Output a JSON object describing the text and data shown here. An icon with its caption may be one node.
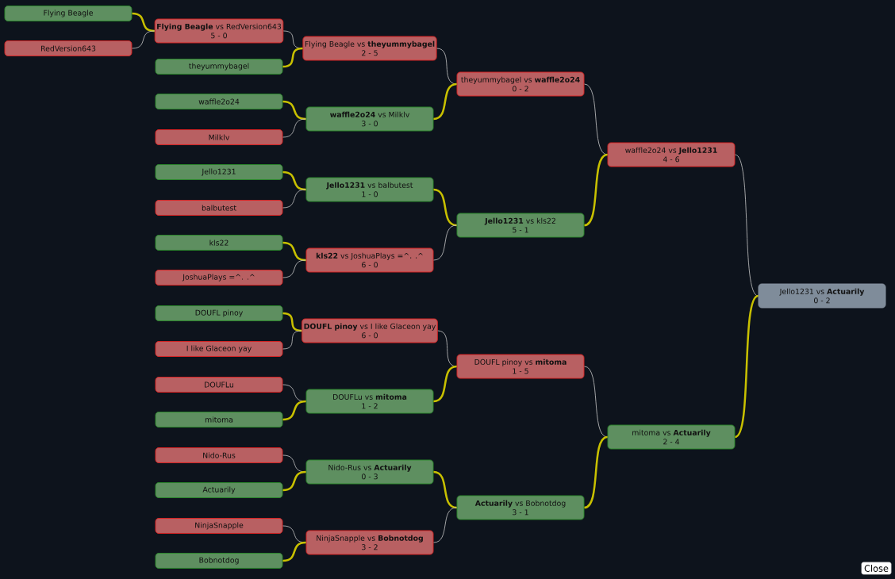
{
  "diagram": {
    "nodes": [
      {
        "text": [
          "Flying Beagle"
        ]
      },
      {
        "text": [
          "RedVersion643"
        ]
      },
      {
        "text": [
          "**Flying Beagle** vs RedVersion643",
          "5 - 0"
        ]
      },
      {
        "text": [
          "theyummybagel"
        ]
      },
      {
        "text": [
          "waffle2o24"
        ]
      },
      {
        "text": [
          "Milklv"
        ]
      },
      {
        "text": [
          "Jello1231"
        ]
      },
      {
        "text": [
          "balbutest"
        ]
      },
      {
        "text": [
          "kls22"
        ]
      },
      {
        "text": [
          "JoshuaPlays =^. .^"
        ]
      },
      {
        "text": [
          "DOUFL pinoy"
        ]
      },
      {
        "text": [
          "I like Glaceon yay"
        ]
      },
      {
        "text": [
          "DOUFLu"
        ]
      },
      {
        "text": [
          "mitoma"
        ]
      },
      {
        "text": [
          "Nido-Rus"
        ]
      },
      {
        "text": [
          "Actuarily"
        ]
      },
      {
        "text": [
          "NinjaSnapple"
        ]
      },
      {
        "text": [
          "Bobnotdog"
        ]
      },
      {
        "text": [
          "Flying Beagle vs **theyummybagel**",
          "2 - 5"
        ]
      },
      {
        "text": [
          "**waffle2o24** vs Milklv",
          "3 - 0"
        ]
      },
      {
        "text": [
          "**Jello1231** vs balbutest",
          "1 - 0"
        ]
      },
      {
        "text": [
          "**kls22** vs JoshuaPlays =^. .^",
          "6 - 0"
        ]
      },
      {
        "text": [
          "**DOUFL pinoy** vs I like Glaceon yay",
          "6 - 0"
        ]
      },
      {
        "text": [
          "DOUFLu vs **mitoma**",
          "1 - 2"
        ]
      },
      {
        "text": [
          "Nido-Rus vs **Actuarily**",
          "0 - 3"
        ]
      },
      {
        "text": [
          "NinjaSnapple vs **Bobnotdog**",
          "3 - 2"
        ]
      },
      {
        "text": [
          "theyummybagel vs **waffle2o24**",
          "0 - 2"
        ]
      },
      {
        "text": [
          "**Jello1231** vs kls22",
          "5 - 1"
        ]
      },
      {
        "text": [
          "DOUFL pinoy vs **mitoma**",
          "1 - 5"
        ]
      },
      {
        "text": [
          "**Actuarily** vs Bobnotdog",
          "3 - 1"
        ]
      },
      {
        "text": [
          "waffle2o24 vs **Jello1231**",
          "4 - 6"
        ]
      },
      {
        "text": [
          "mitoma vs **Actuarily**",
          "2 - 4"
        ]
      },
      {
        "text": [
          "Jello1231 vs **Actuarily**",
          "0 - 2"
        ]
      }
    ],
    "edges": [
      {
        "from": 0,
        "to": 2,
        "arrow": "none",
        "style": "thick",
        "color": "#c8c000"
      },
      {
        "from": 1,
        "to": 2,
        "arrow": "none",
        "color": "#c8c8c8"
      },
      {
        "from": 2,
        "to": 18,
        "arrow": "none",
        "color": "#c8c8c8"
      },
      {
        "from": 3,
        "to": 18,
        "arrow": "none",
        "style": "thick",
        "color": "#c8c000"
      },
      {
        "from": 4,
        "to": 19,
        "arrow": "none",
        "style": "thick",
        "color": "#c8c000"
      },
      {
        "from": 5,
        "to": 19,
        "arrow": "none",
        "color": "#c8c8c8"
      },
      {
        "from": 6,
        "to": 20,
        "arrow": "none",
        "style": "thick",
        "color": "#c8c000"
      },
      {
        "from": 7,
        "to": 20,
        "arrow": "none",
        "color": "#c8c8c8"
      },
      {
        "from": 8,
        "to": 21,
        "arrow": "none",
        "style": "thick",
        "color": "#c8c000"
      },
      {
        "from": 9,
        "to": 21,
        "arrow": "none",
        "color": "#c8c8c8"
      },
      {
        "from": 10,
        "to": 22,
        "arrow": "none",
        "style": "thick",
        "color": "#c8c000"
      },
      {
        "from": 11,
        "to": 22,
        "arrow": "none",
        "color": "#c8c8c8"
      },
      {
        "from": 12,
        "to": 23,
        "arrow": "none",
        "color": "#c8c8c8"
      },
      {
        "from": 13,
        "to": 23,
        "arrow": "none",
        "style": "thick",
        "color": "#c8c000"
      },
      {
        "from": 14,
        "to": 24,
        "arrow": "none",
        "color": "#c8c8c8"
      },
      {
        "from": 15,
        "to": 24,
        "arrow": "none",
        "style": "thick",
        "color": "#c8c000"
      },
      {
        "from": 16,
        "to": 25,
        "arrow": "none",
        "color": "#c8c8c8"
      },
      {
        "from": 17,
        "to": 25,
        "arrow": "none",
        "style": "thick",
        "color": "#c8c000"
      },
      {
        "from": 18,
        "to": 26,
        "arrow": "none",
        "color": "#c8c8c8"
      },
      {
        "from": 19,
        "to": 26,
        "arrow": "none",
        "style": "thick",
        "color": "#c8c000"
      },
      {
        "from": 20,
        "to": 27,
        "arrow": "none",
        "style": "thick",
        "color": "#c8c000"
      },
      {
        "from": 21,
        "to": 27,
        "arrow": "none",
        "color": "#c8c8c8"
      },
      {
        "from": 22,
        "to": 28,
        "arrow": "none",
        "color": "#c8c8c8"
      },
      {
        "from": 23,
        "to": 28,
        "arrow": "none",
        "style": "thick",
        "color": "#c8c000"
      },
      {
        "from": 24,
        "to": 29,
        "arrow": "none",
        "style": "thick",
        "color": "#c8c000"
      },
      {
        "from": 25,
        "to": 29,
        "arrow": "none",
        "color": "#c8c8c8"
      },
      {
        "from": 26,
        "to": 30,
        "arrow": "none",
        "color": "#c8c8c8"
      },
      {
        "from": 27,
        "to": 30,
        "arrow": "none",
        "style": "thick",
        "color": "#c8c000"
      },
      {
        "from": 28,
        "to": 31,
        "arrow": "none",
        "color": "#c8c8c8"
      },
      {
        "from": 29,
        "to": 31,
        "arrow": "none",
        "style": "thick",
        "color": "#c8c000"
      },
      {
        "from": 30,
        "to": 32,
        "arrow": "none",
        "color": "#c8c8c8"
      },
      {
        "from": 31,
        "to": 32,
        "arrow": "none",
        "style": "thick",
        "color": "#c8c000"
      }
    ],
    "labels": [
      "Close"
    ]
  }
}
